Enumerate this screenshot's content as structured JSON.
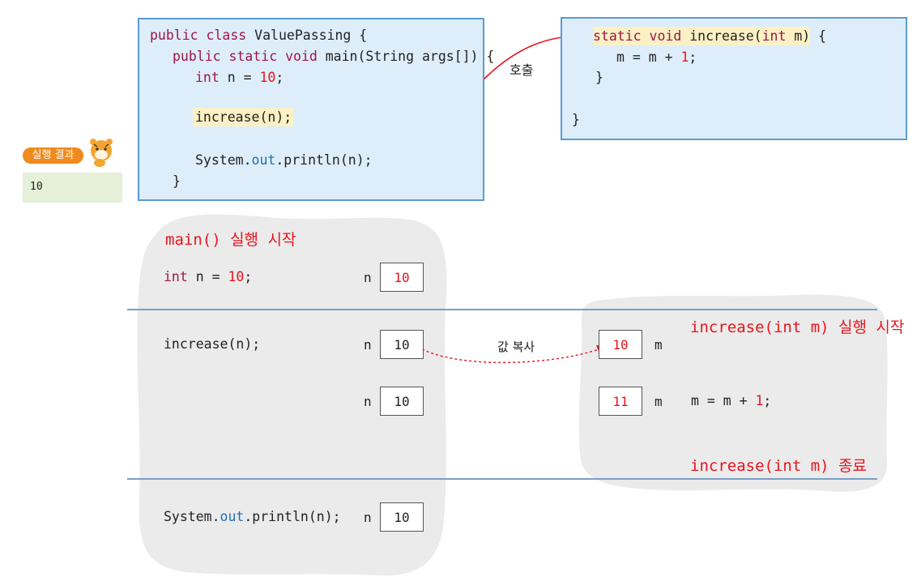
{
  "main_code": {
    "l1a": "public class",
    "l1b": " ValuePassing {",
    "l2a": "public static void",
    "l2b": " main(String args[]) {",
    "l3a": "int",
    "l3b": " n = ",
    "l3c": "10",
    "l3d": ";",
    "l4": "increase(n);",
    "l5a": "System.",
    "l5b": "out",
    "l5c": ".println(n);",
    "l6": "}"
  },
  "increase_code": {
    "l1a": "static void",
    "l1b": " increase(",
    "l1c": "int",
    "l1d": " m)",
    "l1e": " {",
    "l2a": "m = m + ",
    "l2b": "1",
    "l2c": ";",
    "l3": "}",
    "l4": "}"
  },
  "call_label": "호출",
  "result": {
    "badge": "실행 결과",
    "output": "10"
  },
  "trace": {
    "main_start": "main() 실행 시작",
    "row1": {
      "a": "int",
      "b": " n = ",
      "c": "10",
      "d": ";",
      "var": "n",
      "val": "10"
    },
    "row2": {
      "code": "increase(n);",
      "var": "n",
      "val": "10"
    },
    "row3": {
      "var": "n",
      "val": "10"
    },
    "row4": {
      "a": "System.",
      "b": "out",
      "c": ".println(n);",
      "var": "n",
      "val": "10"
    },
    "copy_label": "값 복사",
    "inc_start": "increase(int m) 실행 시작",
    "inc_row1": {
      "val": "10",
      "var": "m"
    },
    "inc_row2": {
      "val": "11",
      "var": "m",
      "code_a": "m = m + ",
      "code_b": "1",
      "code_c": ";"
    },
    "inc_end": "increase(int m) 종료"
  },
  "colors": {
    "code_bg": "#ddeefa",
    "code_border": "#5b9bd5",
    "accent_red": "#e8141e",
    "badge_orange": "#f08a1c",
    "result_bg": "#e4f0d8",
    "blob_gray": "#ebebeb"
  }
}
